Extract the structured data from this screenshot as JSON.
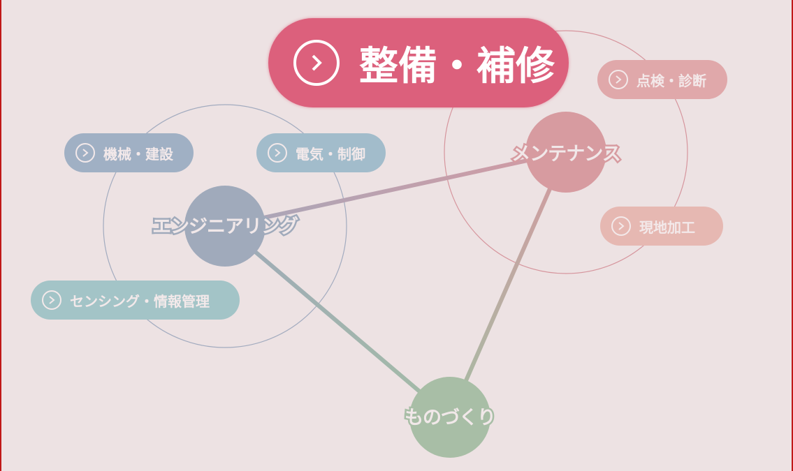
{
  "colors": {
    "background": "#ede2e3",
    "frame_border": "#c01818",
    "featured": "#dc607c",
    "maintenance": "#d79ba0",
    "engineering": "#a0aabb",
    "monozukuri": "#a8bea6",
    "pill_inspection": "#e0a8aa",
    "pill_onsite": "#e6b8b2",
    "pill_mechanical": "#a0b0c4",
    "pill_electrical": "#a2bccb",
    "pill_sensing": "#a3c4c7",
    "label_text": "#f1e8e9"
  },
  "featured_button": {
    "label": "整備・補修",
    "icon": "chevron-right-circle-icon"
  },
  "hubs": {
    "maintenance": {
      "label": "メンテナンス"
    },
    "engineering": {
      "label": "エンジニアリング"
    },
    "monozukuri": {
      "label": "ものづくり"
    }
  },
  "pills": {
    "inspection": {
      "label": "点検・診断",
      "icon": "chevron-right-circle-icon"
    },
    "onsite": {
      "label": "現地加工",
      "icon": "chevron-right-circle-icon"
    },
    "mechanical": {
      "label": "機械・建設",
      "icon": "chevron-right-circle-icon"
    },
    "electrical": {
      "label": "電気・制御",
      "icon": "chevron-right-circle-icon"
    },
    "sensing": {
      "label": "センシング・情報管理",
      "icon": "chevron-right-circle-icon"
    }
  }
}
